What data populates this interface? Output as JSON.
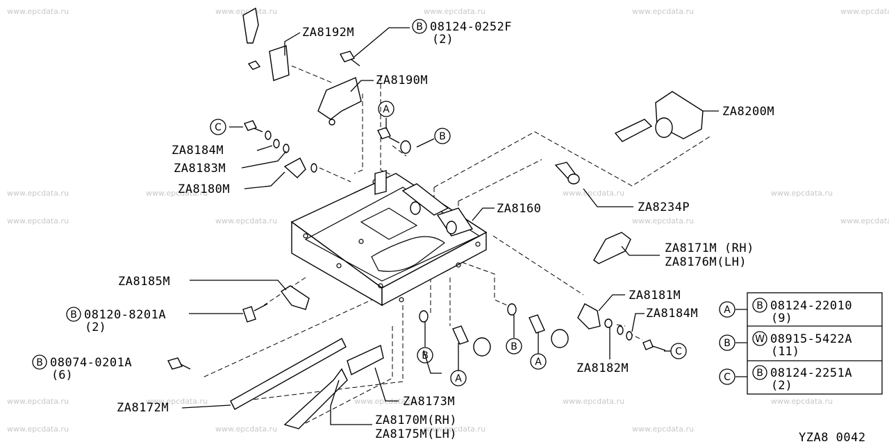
{
  "watermark": "www.epcdata.ru",
  "diagram_code": "YZA8 0042",
  "labels": {
    "za8192m": "ZA8192M",
    "za8190m": "ZA8190M",
    "za8200m": "ZA8200M",
    "za8184m_left": "ZA8184M",
    "za8183m": "ZA8183M",
    "za8180m": "ZA8180M",
    "za8234p": "ZA8234P",
    "za8160": "ZA8160",
    "za8171m": "ZA8171M (RH)",
    "za8176m": "ZA8176M(LH)",
    "za8185m": "ZA8185M",
    "za8181m": "ZA8181M",
    "za8184m_right": "ZA8184M",
    "za8182m": "ZA8182M",
    "za8173m": "ZA8173M",
    "za8172m": "ZA8172M",
    "za8170m": "ZA8170M(RH)",
    "za8175m": "ZA8175M(LH)"
  },
  "bolts": {
    "top": {
      "prefix": "B",
      "part": "08124-0252F",
      "qty": "(2)"
    },
    "mid": {
      "prefix": "B",
      "part": "08120-8201A",
      "qty": "(2)"
    },
    "low": {
      "prefix": "B",
      "part": "08074-0201A",
      "qty": "(6)"
    }
  },
  "callouts": {
    "a": "A",
    "b": "B",
    "c": "C"
  },
  "legend": [
    {
      "key": "A",
      "prefix": "B",
      "part": "08124-22010",
      "qty": "(9)"
    },
    {
      "key": "B",
      "prefix": "W",
      "part": "08915-5422A",
      "qty": "(11)"
    },
    {
      "key": "C",
      "prefix": "B",
      "part": "08124-2251A",
      "qty": "(2)"
    }
  ]
}
